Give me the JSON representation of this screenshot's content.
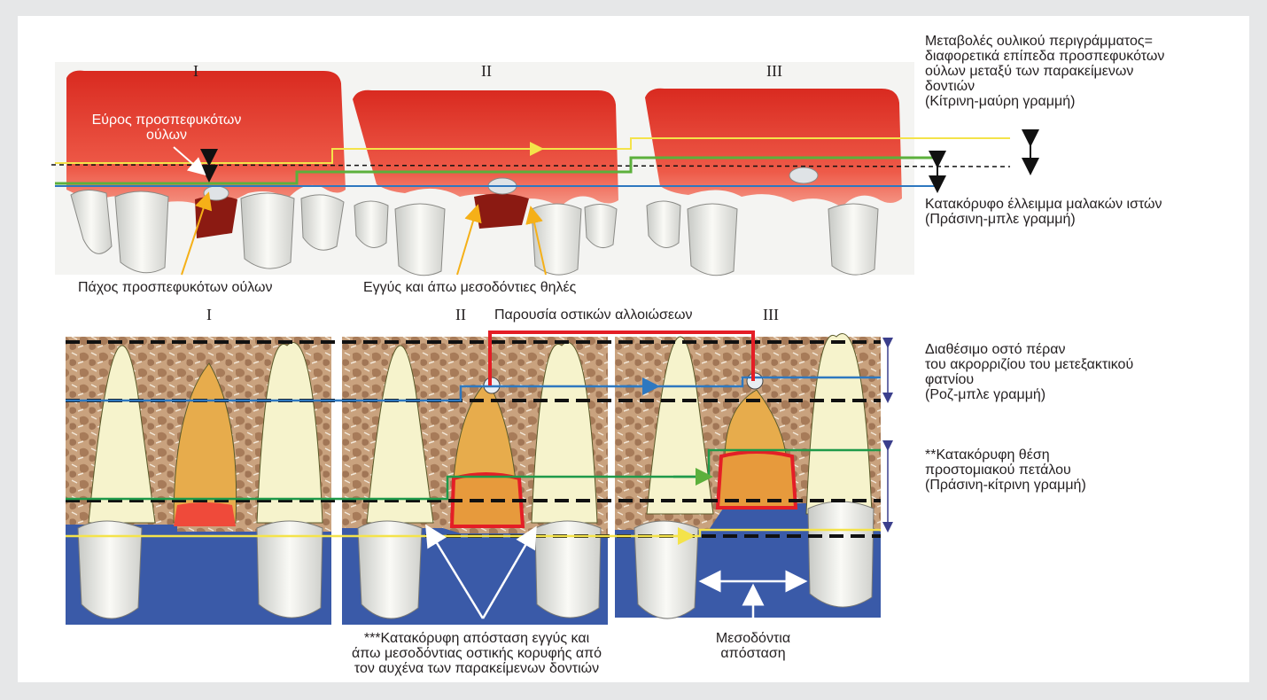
{
  "colors": {
    "gum": "#e8483c",
    "bone_texture": "#b58a62",
    "tooth": "#f6f3cc",
    "blue_fill": "#3a5aa8",
    "yellow_line": "#f4e34a",
    "green_line": "#5cb03c",
    "blue_line": "#2e78c0",
    "red_line": "#e41e26",
    "arrow_orange": "#f5b018",
    "dim_arrow": "#3b3f8c"
  },
  "top_panel": {
    "stages": [
      "I",
      "II",
      "III"
    ],
    "label_width": "Εύρος προσπεφυκότων\nούλων",
    "label_thickness": "Πάχος προσπεφυκότων ούλων",
    "label_papillae": "Εγγύς και άπω μεσοδόντιες θηλές",
    "label_contour": "Μεταβολές ουλικού περιγράμματος=\nδιαφορετικά επίπεδα προσπεφυκότων\nούλων μεταξύ των παρακείμενων\nδοντιών\n(Κίτρινη-μαύρη γραμμή)",
    "label_deficit": "Κατακόρυφο έλλειμμα μαλακών ιστών\n(Πράσινη-μπλε γραμμή)"
  },
  "bottom_panel": {
    "stages": [
      "I",
      "II",
      "III"
    ],
    "label_defects": "Παρουσία οστικών αλλοιώσεων",
    "label_bone": "Διαθέσιμο οστό πέραν\nτου ακρορριζίου του μετεξακτικού\nφατνίου\n(Ροζ-μπλε γραμμή)",
    "label_flap": "**Κατακόρυφη θέση\nπροστομιακού πετάλου\n(Πράσινη-κίτρινη γραμμή)",
    "label_crest": "***Κατακόρυφη απόσταση εγγύς και\nάπω μεσοδόντιας οστικής κορυφής από\nτον αυχένα των παρακείμενων δοντιών",
    "label_interdental": "Μεσοδόντια\nαπόσταση"
  }
}
